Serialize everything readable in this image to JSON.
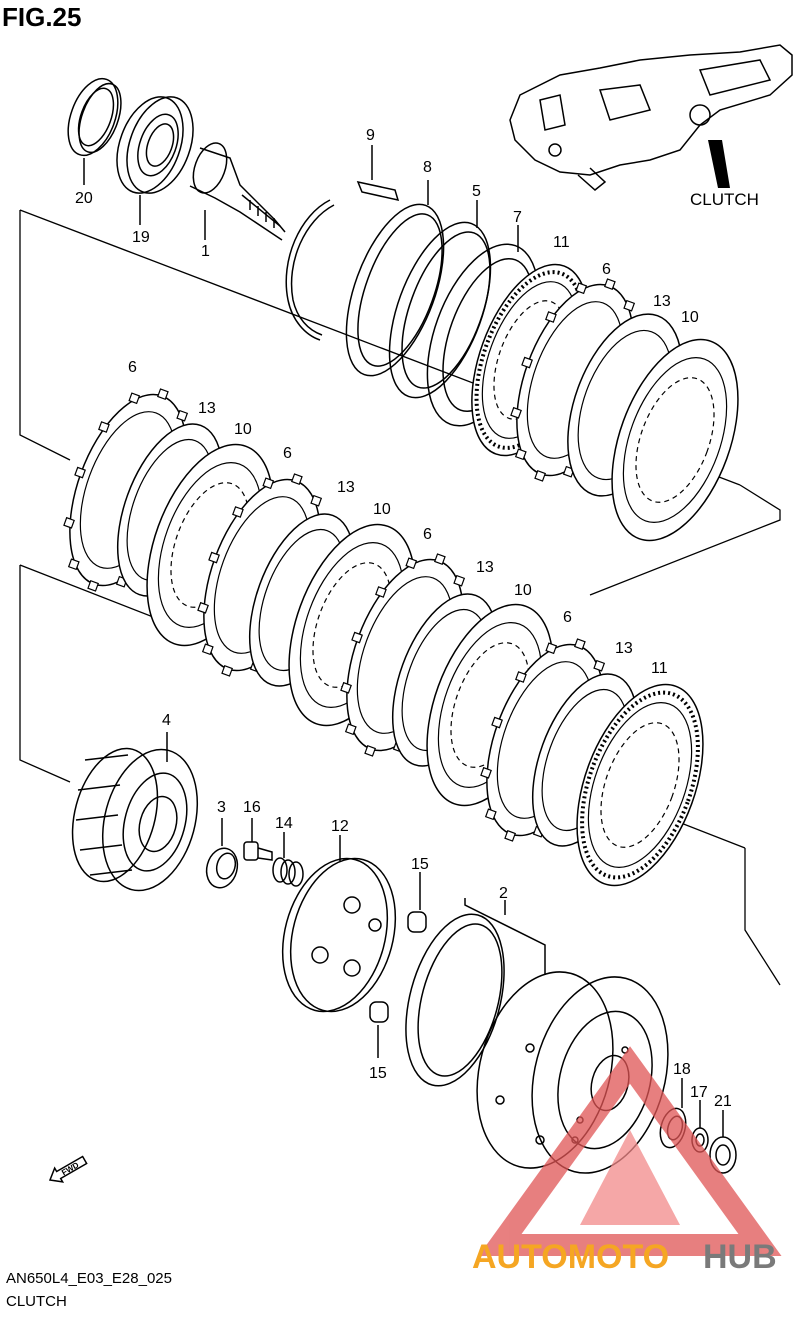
{
  "figure": {
    "title": "FIG.25",
    "model_code": "AN650L4_E03_E28_025",
    "group_name": "CLUTCH"
  },
  "inset": {
    "label": "CLUTCH"
  },
  "fwd_label": "FWD",
  "watermark": {
    "brand_a": "AUTOMOTO",
    "brand_b": "HUB",
    "color_a": "#f5a623",
    "color_b": "#7a7a7a",
    "triangle_color": "#e05555"
  },
  "callouts": {
    "c20": "20",
    "c19": "19",
    "c1": "1",
    "c9": "9",
    "c8": "8",
    "c5": "5",
    "c7": "7",
    "c11a": "11",
    "c6a": "6",
    "c13a": "13",
    "c10a": "10",
    "c6b": "6",
    "c13b": "13",
    "c10b": "10",
    "c6c": "6",
    "c13c": "13",
    "c10c": "10",
    "c6d": "6",
    "c13d": "13",
    "c10d": "10",
    "c6e": "6",
    "c13e": "13",
    "c11b": "11",
    "c4": "4",
    "c3": "3",
    "c16": "16",
    "c14": "14",
    "c12": "12",
    "c15a": "15",
    "c2": "2",
    "c15b": "15",
    "c18": "18",
    "c17": "17",
    "c21": "21"
  }
}
